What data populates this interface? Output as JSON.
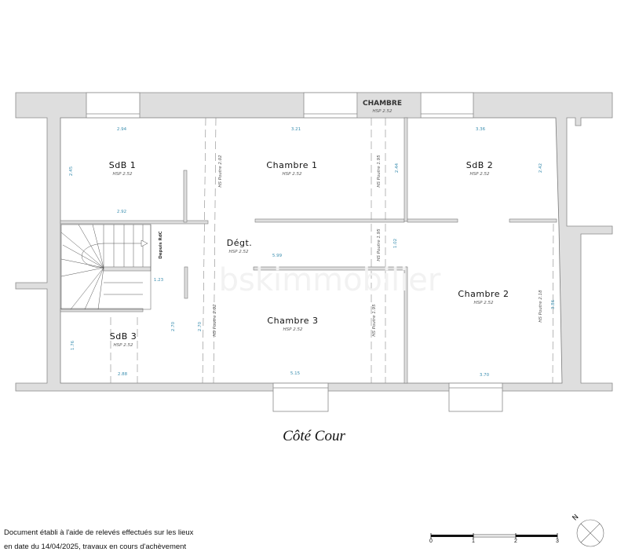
{
  "plan": {
    "orientation_label": "Côté Cour",
    "watermark": "bskimmobilier",
    "rooms": [
      {
        "id": "sdb1",
        "name": "SdB 1",
        "hsp": "HSP 2.52",
        "dims": [
          "2.94",
          "2.92",
          "2.45"
        ]
      },
      {
        "id": "chambre1",
        "name": "Chambre 1",
        "hsp": "HSP 2.52",
        "dims": [
          "3.21",
          "2.44"
        ]
      },
      {
        "id": "chambre_top",
        "name": "CHAMBRE",
        "hsp": "HSP 2.52"
      },
      {
        "id": "sdb2",
        "name": "SdB 2",
        "hsp": "HSP 2.52",
        "dims": [
          "3.36",
          "2.42"
        ]
      },
      {
        "id": "degt",
        "name": "Dégt.",
        "hsp": "HSP 2.52",
        "dims": [
          "5.99",
          "1.02",
          "1.23"
        ]
      },
      {
        "id": "chambre2",
        "name": "Chambre 2",
        "hsp": "HSP 2.52",
        "dims": [
          "3.70",
          "3.86"
        ]
      },
      {
        "id": "chambre3",
        "name": "Chambre 3",
        "hsp": "HSP 2.52",
        "dims": [
          "5.15",
          "2.70"
        ]
      },
      {
        "id": "sdb3",
        "name": "SdB 3",
        "hsp": "HSP 2.52",
        "dims": [
          "2.88",
          "1.76",
          "2.70"
        ]
      }
    ],
    "beams": [
      "HS Poutre 2.02",
      "HS Poutre 1.95",
      "HS Poutre 1.95",
      "HS Poutre 2.02",
      "HS Poutre 1.95",
      "HS Poutre 2.18"
    ],
    "stair_label": "Depuis RdC"
  },
  "legend": {
    "scale": {
      "ticks": [
        "0",
        "1",
        "2",
        "3"
      ],
      "unit_hint": "m"
    },
    "north_label": "N"
  },
  "footer": {
    "line1": "Document établi à l'aide de relevés effectués sur les lieux",
    "line2": "en date du 14/04/2025, travaux en cours d'achèvement"
  },
  "colors": {
    "wall": "#dedede",
    "wall_stroke": "#8a8a8a",
    "dimension": "#3c8fb0"
  }
}
